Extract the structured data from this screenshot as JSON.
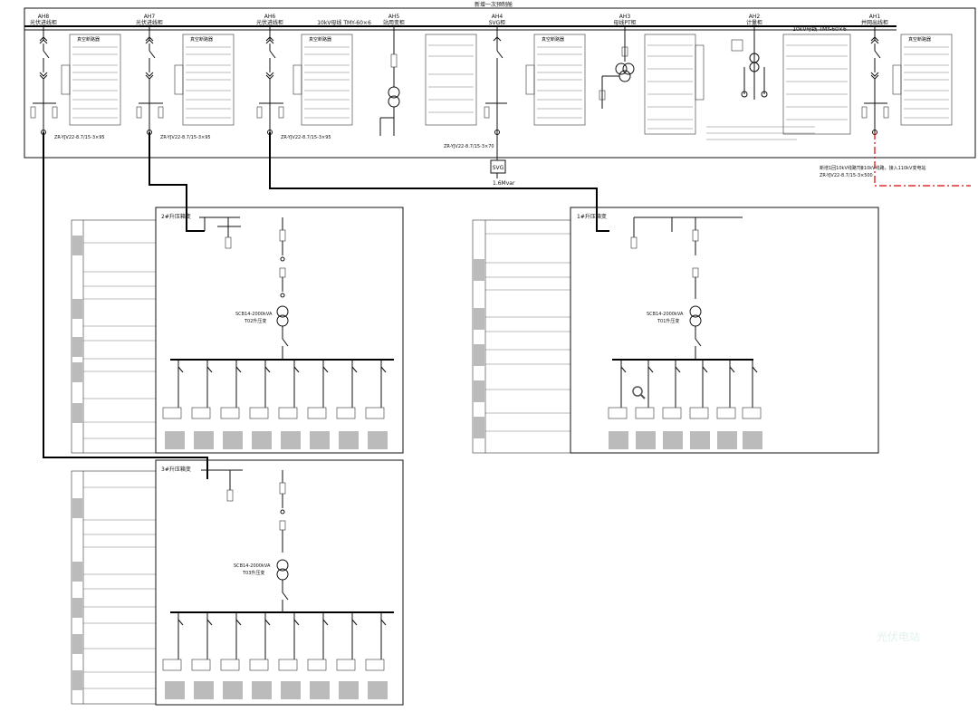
{
  "top": {
    "bus_title": "新增一次预制舱",
    "cubicles": [
      {
        "id": "AH8",
        "name": "光伏进线柜"
      },
      {
        "id": "AH7",
        "name": "光伏进线柜"
      },
      {
        "id": "AH6",
        "name": "光伏进线柜"
      },
      {
        "id": "",
        "name": "10kV母线 TMY-60×6"
      },
      {
        "id": "AH5",
        "name": "站用变柜"
      },
      {
        "id": "AH4",
        "name": "SVG柜"
      },
      {
        "id": "AH3",
        "name": "母线PT柜"
      },
      {
        "id": "AH2",
        "name": "计量柜"
      },
      {
        "id": "",
        "name": "10kV母线 TMY-60×6"
      },
      {
        "id": "AH1",
        "name": "并网出线柜"
      }
    ],
    "cable_labels": [
      "ZR-YJV22-8.7/15-3×95",
      "ZR-YJV22-8.7/15-3×95",
      "ZR-YJV22-8.7/15-3×95",
      "ZR-YJV22-8.7/15-3×70",
      "ZR-YJV22-8.7/15-3×500"
    ],
    "breaker_label": "真空断路器",
    "svg_box": "SVG",
    "svg_rating": "1.6Mvar",
    "new_line_note": "新增1回10kV线路T接10kV线路，接入110kV变电站"
  },
  "subs": {
    "s2": {
      "title": "2#升压箱变",
      "tx_model": "SCB14-2000kVA",
      "tx_name": "T02升压变"
    },
    "s1": {
      "title": "1#升压箱变",
      "tx_model": "SCB14-2000kVA",
      "tx_name": "T01升压变"
    },
    "s3": {
      "title": "3#升压箱变",
      "tx_model": "SCB14-2000kVA",
      "tx_name": "T03升压变"
    }
  },
  "watermark": "光伏电站"
}
